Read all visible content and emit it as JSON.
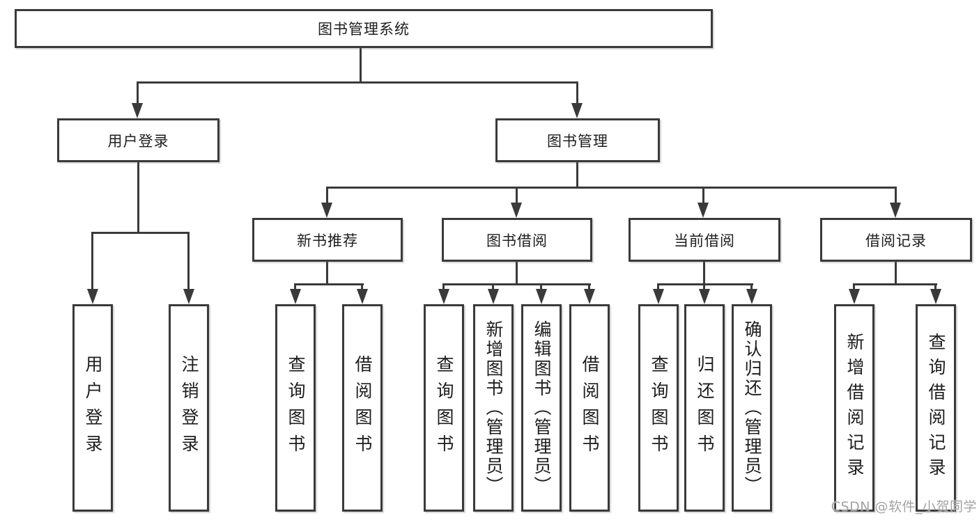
{
  "colors": {
    "line": "#3a3a3a",
    "text": "#1d1d1d",
    "background": "#ffffff",
    "watermark": "#a3a3a3"
  },
  "root": {
    "label": "图书管理系统"
  },
  "level2": [
    {
      "label": "用户登录"
    },
    {
      "label": "图书管理"
    }
  ],
  "level3": [
    {
      "label": "新书推荐",
      "parent": "图书管理"
    },
    {
      "label": "图书借阅",
      "parent": "图书管理"
    },
    {
      "label": "当前借阅",
      "parent": "图书管理"
    },
    {
      "label": "借阅记录",
      "parent": "图书管理"
    }
  ],
  "leaves": [
    {
      "label": "用户登录",
      "parent": "用户登录"
    },
    {
      "label": "注销登录",
      "parent": "用户登录"
    },
    {
      "label": "查询图书",
      "parent": "新书推荐"
    },
    {
      "label": "借阅图书",
      "parent": "新书推荐"
    },
    {
      "label": "查询图书",
      "parent": "图书借阅"
    },
    {
      "label": "新增图书（管理员）",
      "parent": "图书借阅"
    },
    {
      "label": "编辑图书（管理员）",
      "parent": "图书借阅"
    },
    {
      "label": "借阅图书",
      "parent": "图书借阅"
    },
    {
      "label": "查询图书",
      "parent": "当前借阅"
    },
    {
      "label": "归还图书",
      "parent": "当前借阅"
    },
    {
      "label": "确认归还（管理员）",
      "parent": "当前借阅"
    },
    {
      "label": "新增借阅记录",
      "parent": "借阅记录"
    },
    {
      "label": "查询借阅记录",
      "parent": "借阅记录"
    }
  ],
  "watermark": {
    "text": "CSDN @软件_小贺同学"
  }
}
